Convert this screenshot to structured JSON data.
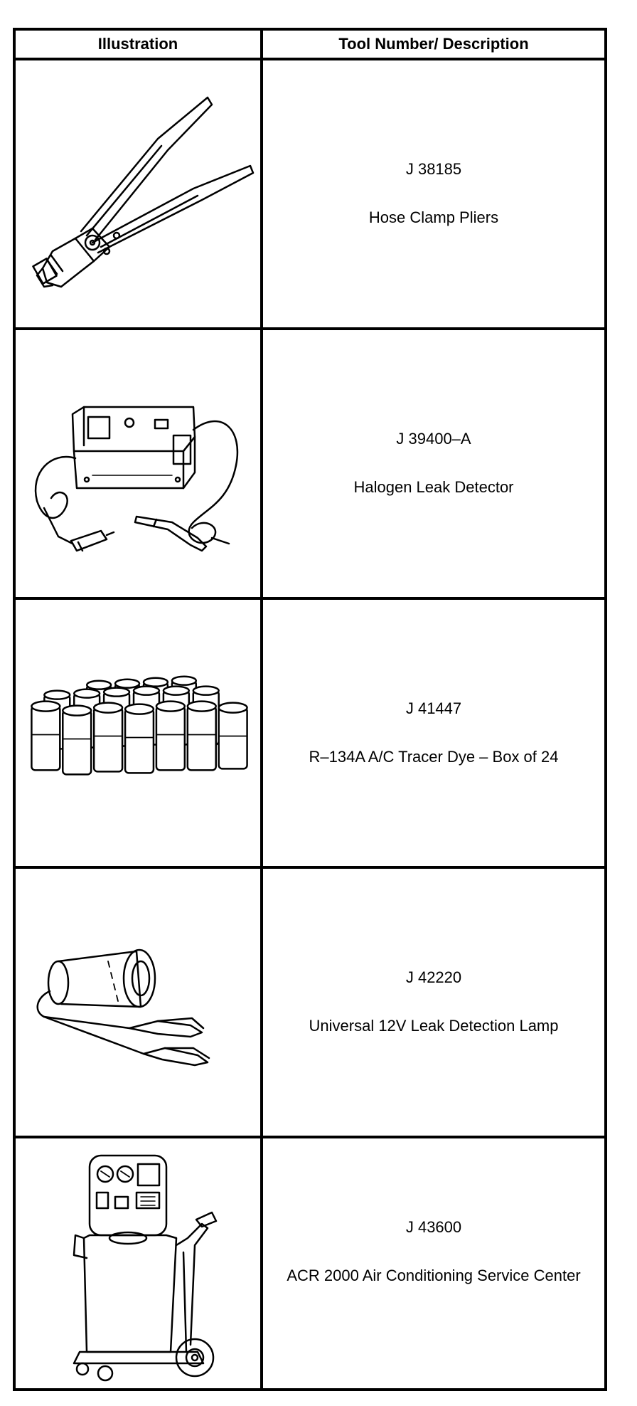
{
  "table": {
    "headers": {
      "illustration": "Illustration",
      "tool": "Tool Number/ Description"
    },
    "rows": [
      {
        "number": "J 38185",
        "description": "Hose Clamp Pliers",
        "icon": "hose-clamp-pliers-icon"
      },
      {
        "number": "J 39400–A",
        "description": "Halogen Leak Detector",
        "icon": "halogen-leak-detector-icon"
      },
      {
        "number": "J 41447",
        "description": "R–134A A/C Tracer Dye – Box of 24",
        "icon": "tracer-dye-bottles-icon"
      },
      {
        "number": "J 42220",
        "description": "Universal 12V Leak Detection Lamp",
        "icon": "leak-detection-lamp-icon"
      },
      {
        "number": "J 43600",
        "description": "ACR 2000 Air Conditioning Service Center",
        "icon": "ac-service-center-icon"
      }
    ]
  }
}
